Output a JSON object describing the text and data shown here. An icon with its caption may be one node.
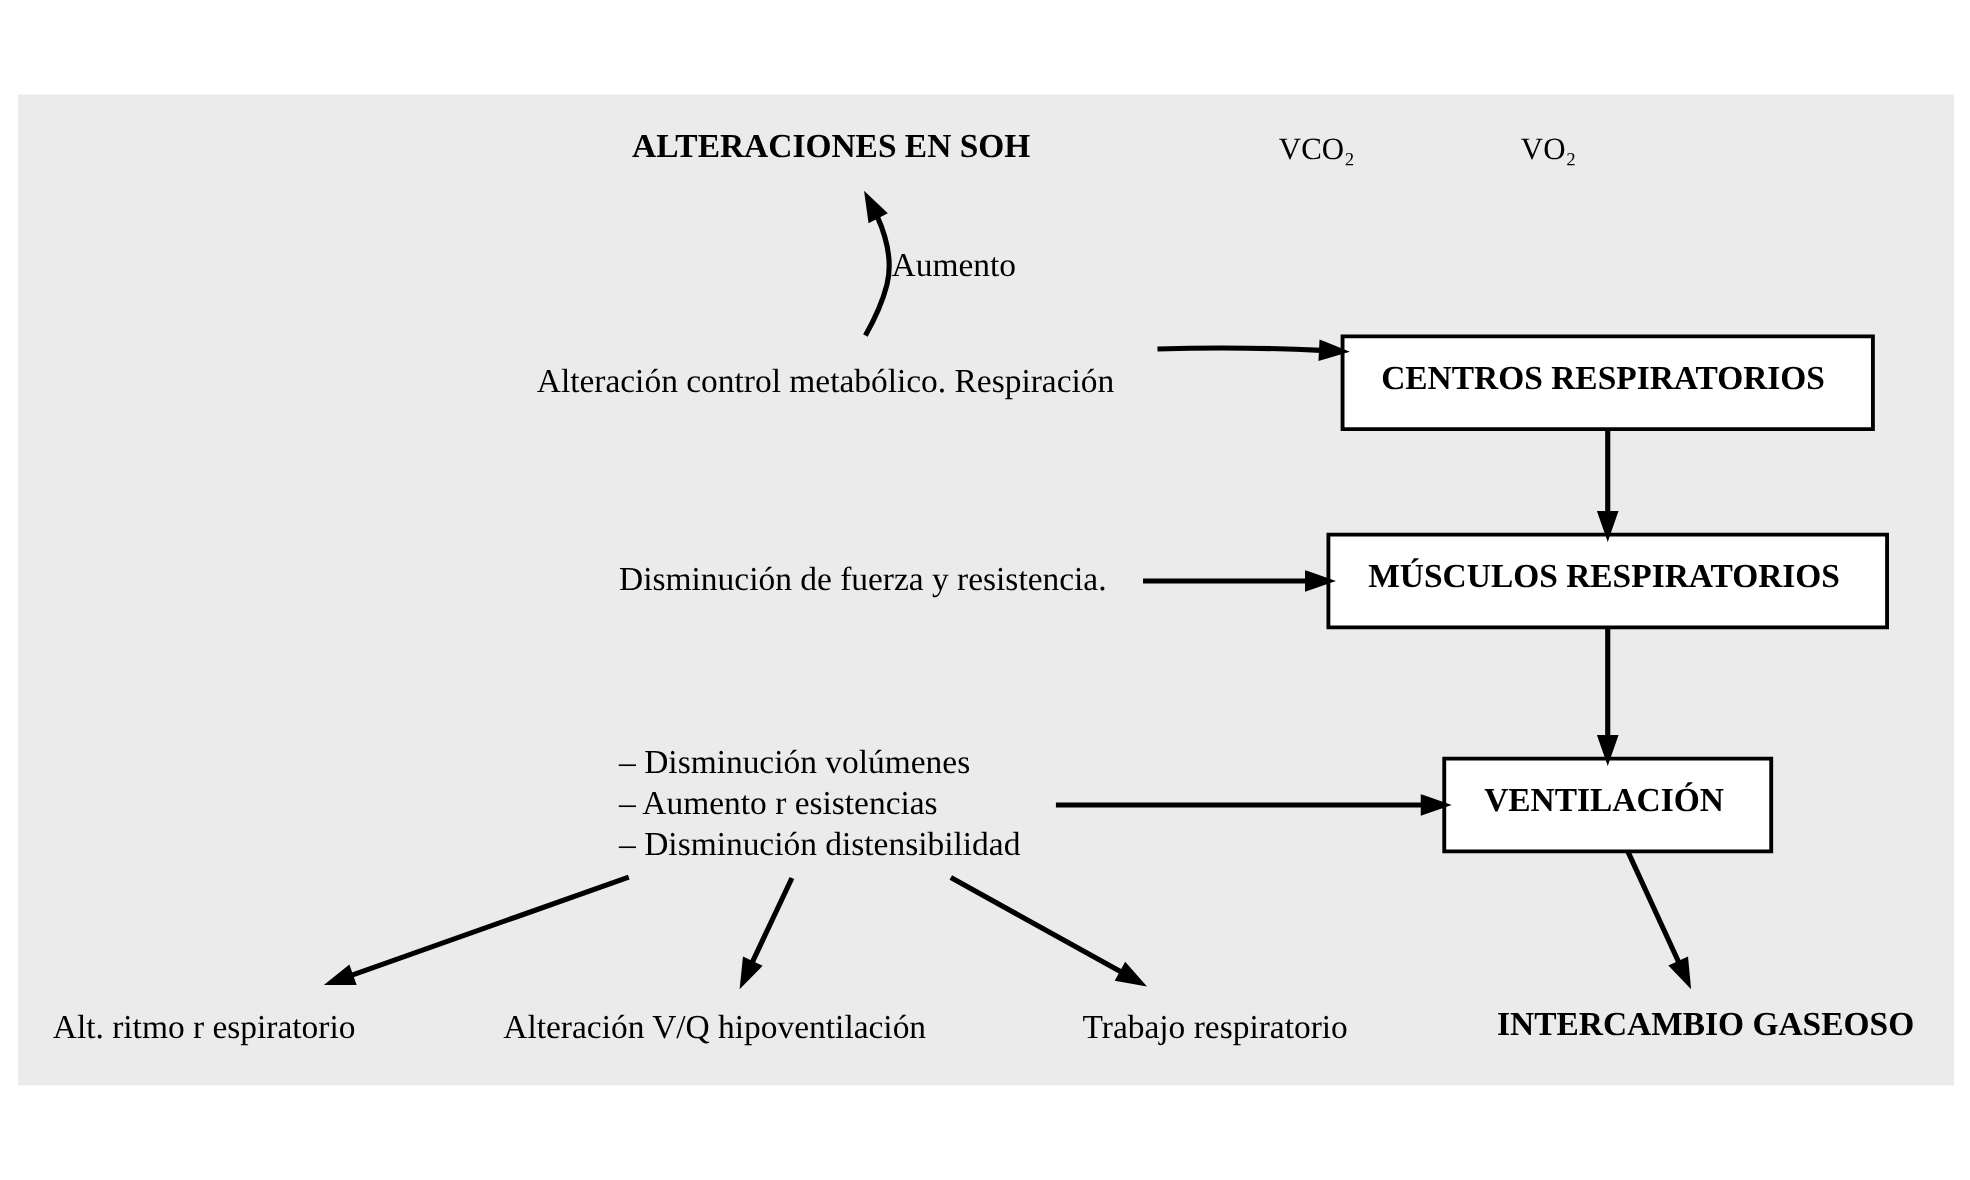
{
  "diagram": {
    "nodes": [
      {
        "text": [
          "ALTERACIONES EN SOH"
        ]
      },
      {
        "text": [
          "Alteración control metabólico. Respiración"
        ]
      },
      {
        "text": [
          "CENTROS RESPIRATORIOS"
        ]
      },
      {
        "text": [
          "Disminución de fuerza y resistencia."
        ]
      },
      {
        "text": [
          "MÚSCULOS RESPIRATORIOS"
        ]
      },
      {
        "text": [
          "– Disminución volúmenes",
          "– Aumento r esistencias",
          "– Disminución distensibilidad"
        ]
      },
      {
        "text": [
          "VENTILACIÓN"
        ]
      },
      {
        "text": [
          "INTERCAMBIO GASEOSO"
        ]
      },
      {
        "text": [
          "Alt. ritmo r espiratorio"
        ]
      },
      {
        "text": [
          "Alteración V/Q hipoventilación"
        ]
      },
      {
        "text": [
          "Trabajo respiratorio"
        ]
      }
    ],
    "edges": [
      {
        "from": 1,
        "to": 0,
        "arrow": "to",
        "label": "Aumento"
      },
      {
        "from": 1,
        "to": 2,
        "arrow": "to"
      },
      {
        "from": 2,
        "to": 4,
        "arrow": "to"
      },
      {
        "from": 3,
        "to": 4,
        "arrow": "to"
      },
      {
        "from": 4,
        "to": 6,
        "arrow": "to"
      },
      {
        "from": 5,
        "to": 6,
        "arrow": "to"
      },
      {
        "from": 6,
        "to": 7,
        "arrow": "to"
      },
      {
        "from": 5,
        "to": 8,
        "arrow": "to"
      },
      {
        "from": 5,
        "to": 9,
        "arrow": "to"
      },
      {
        "from": 5,
        "to": 10,
        "arrow": "to"
      }
    ],
    "labels": [
      "VCO₂",
      "VO₂"
    ]
  }
}
